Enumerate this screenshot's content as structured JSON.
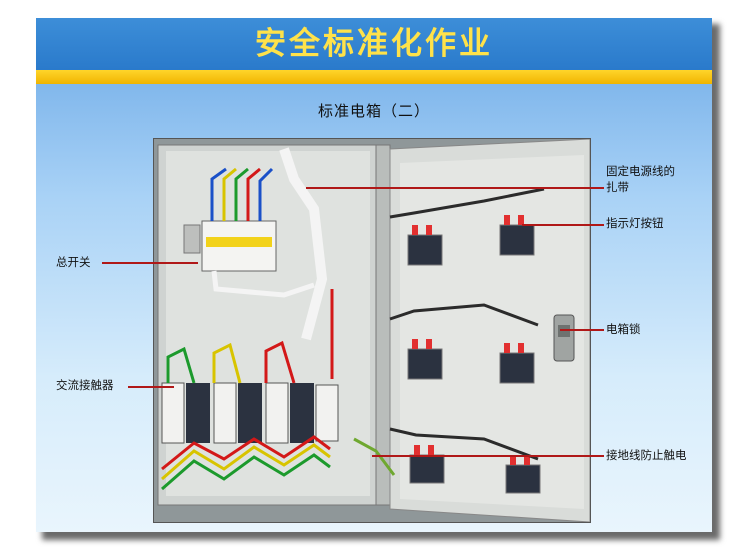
{
  "slide": {
    "title": "安全标准化作业",
    "subtitle": "标准电箱（二）"
  },
  "callouts": {
    "main_switch": "总开关",
    "contactor": "交流接触器",
    "cable_tie_line1": "固定电源线的",
    "cable_tie_line2": "扎带",
    "indicator_button": "指示灯按钮",
    "box_lock": "电箱锁",
    "grounding": "接地线防止触电"
  },
  "colors": {
    "title_text": "#ffe24a",
    "title_band": "#2a7acb",
    "gold_bar": "#f5c200",
    "pointer_line": "#b01818"
  }
}
